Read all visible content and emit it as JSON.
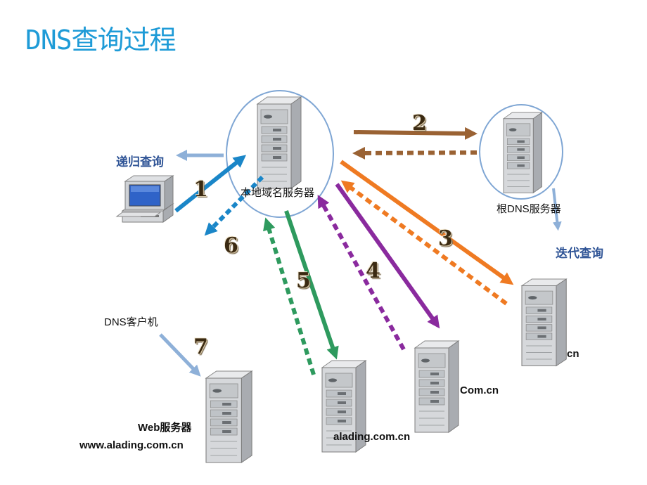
{
  "title": "DNS查询过程",
  "labels": {
    "local_server": "本地域名服务器",
    "root_server": "根DNS服务器",
    "recursive_query": "递归查询",
    "iterative_query": "迭代查询",
    "dns_client": "DNS客户机",
    "web_server": "Web服务器",
    "web_domain": "www.alading.com.cn",
    "alading_server": "alading.com.cn",
    "com_cn_server": "Com.cn",
    "cn_server": "cn"
  },
  "steps": [
    "1",
    "2",
    "3",
    "4",
    "5",
    "6",
    "7"
  ],
  "colors": {
    "title": "#1e9bd7",
    "step1_arrow": "#1a86c8",
    "step2_arrow": "#9a6233",
    "step3_arrow": "#ef7a22",
    "step4_arrow": "#8a2a9e",
    "step5_arrow": "#2e9a5e",
    "circle": "#7fa6d4",
    "annotation_arrow": "#8eb0d8"
  }
}
